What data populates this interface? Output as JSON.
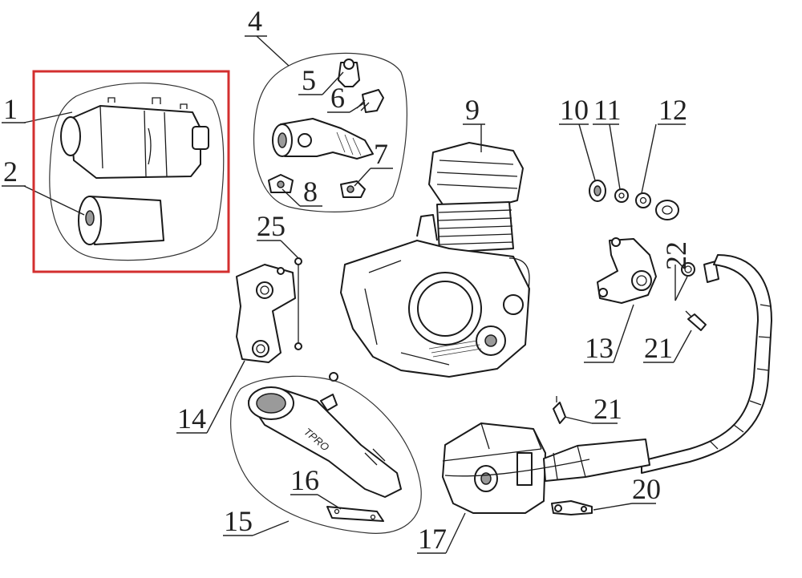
{
  "colors": {
    "highlight": "#d32f2f",
    "ink": "#1a1a1a"
  },
  "callouts": [
    {
      "id": "c1",
      "label": "1"
    },
    {
      "id": "c2",
      "label": "2"
    },
    {
      "id": "c4",
      "label": "4"
    },
    {
      "id": "c5",
      "label": "5"
    },
    {
      "id": "c6",
      "label": "6"
    },
    {
      "id": "c7",
      "label": "7"
    },
    {
      "id": "c8",
      "label": "8"
    },
    {
      "id": "c9",
      "label": "9"
    },
    {
      "id": "c10",
      "label": "10"
    },
    {
      "id": "c11",
      "label": "11"
    },
    {
      "id": "c12",
      "label": "12"
    },
    {
      "id": "c13",
      "label": "13"
    },
    {
      "id": "c14",
      "label": "14"
    },
    {
      "id": "c15",
      "label": "15"
    },
    {
      "id": "c16",
      "label": "16"
    },
    {
      "id": "c17",
      "label": "17"
    },
    {
      "id": "c20",
      "label": "20"
    },
    {
      "id": "c21a",
      "label": "21"
    },
    {
      "id": "c21b",
      "label": "21"
    },
    {
      "id": "c22",
      "label": "22"
    },
    {
      "id": "c25",
      "label": "25"
    }
  ],
  "muffler_brand": "TPRO"
}
